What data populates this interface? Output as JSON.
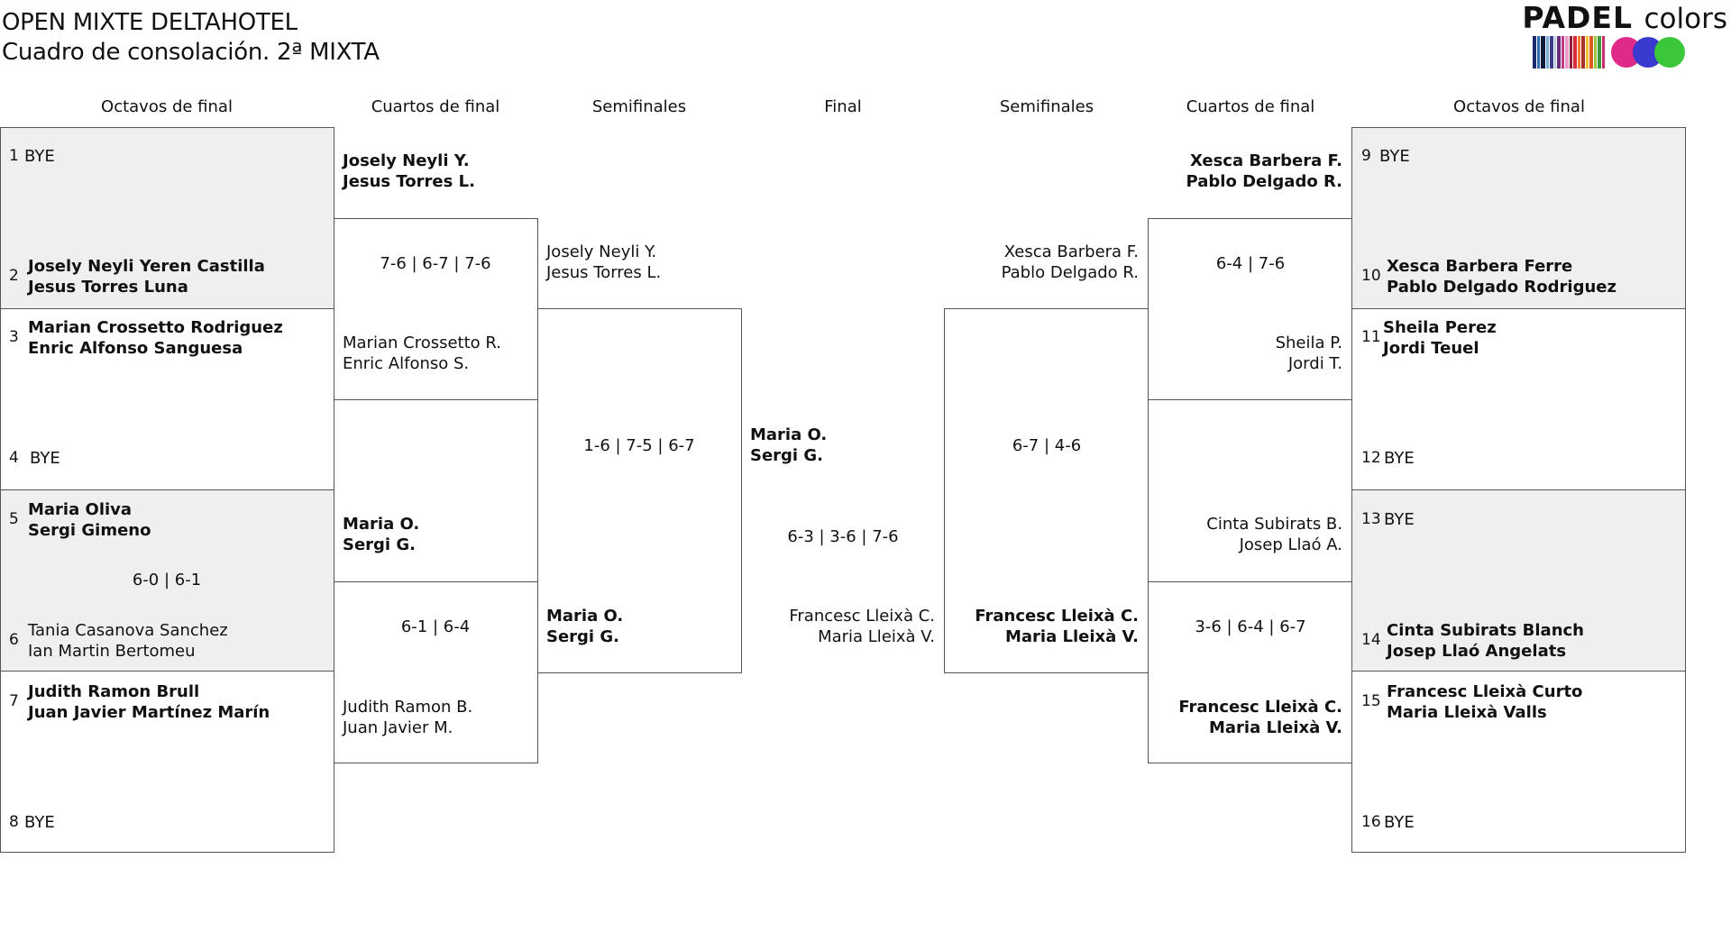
{
  "title": "OPEN MIXTE DELTAHOTEL",
  "subtitle": "Cuadro de consolación. 2ª MIXTA",
  "logo": {
    "word1": "PADEL",
    "word2": "colors"
  },
  "headers": {
    "l_r16": "Octavos de final",
    "l_qf": "Cuartos de final",
    "l_sf": "Semifinales",
    "final": "Final",
    "r_sf": "Semifinales",
    "r_qf": "Cuartos de final",
    "r_r16": "Octavos de final"
  },
  "r16": {
    "s1": {
      "seed": "1",
      "name": "BYE"
    },
    "s2": {
      "seed": "2",
      "p1": "Josely Neyli Yeren Castilla",
      "p2": "Jesus Torres Luna"
    },
    "s3": {
      "seed": "3",
      "p1": "Marian Crossetto Rodriguez",
      "p2": "Enric Alfonso Sanguesa"
    },
    "s4": {
      "seed": "4",
      "name": "BYE"
    },
    "s5": {
      "seed": "5",
      "p1": "Maria Oliva",
      "p2": "Sergi Gimeno"
    },
    "m3score": "6-0 | 6-1",
    "s6": {
      "seed": "6",
      "p1": "Tania Casanova Sanchez",
      "p2": "Ian Martin Bertomeu"
    },
    "s7": {
      "seed": "7",
      "p1": "Judith Ramon Brull",
      "p2": "Juan Javier Martínez Marín"
    },
    "s8": {
      "seed": "8",
      "name": "BYE"
    },
    "s9": {
      "seed": "9",
      "name": "BYE"
    },
    "s10": {
      "seed": "10",
      "p1": "Xesca Barbera Ferre",
      "p2": "Pablo Delgado Rodriguez"
    },
    "s11": {
      "seed": "11",
      "p1": "Sheila Perez",
      "p2": "Jordi Teuel"
    },
    "s12": {
      "seed": "12",
      "name": "BYE"
    },
    "s13": {
      "seed": "13",
      "name": "BYE"
    },
    "s14": {
      "seed": "14",
      "p1": "Cinta Subirats Blanch",
      "p2": "Josep Llaó Angelats"
    },
    "s15": {
      "seed": "15",
      "p1": "Francesc Lleixà Curto",
      "p2": "Maria Lleixà Valls"
    },
    "s16": {
      "seed": "16",
      "name": "BYE"
    }
  },
  "qf": {
    "l1": {
      "p1": "Josely Neyli Y.",
      "p2": "Jesus Torres L.",
      "score": "7-6 | 6-7 | 7-6"
    },
    "l2": {
      "p1": "Marian Crossetto R.",
      "p2": "Enric Alfonso S."
    },
    "l3": {
      "p1": "Maria O.",
      "p2": "Sergi G.",
      "score": "6-1 | 6-4"
    },
    "l4": {
      "p1": "Judith Ramon B.",
      "p2": "Juan Javier M."
    },
    "r1": {
      "p1": "Xesca Barbera F.",
      "p2": "Pablo Delgado R.",
      "score": "6-4 | 7-6"
    },
    "r2": {
      "p1": "Sheila P.",
      "p2": "Jordi T."
    },
    "r3": {
      "p1": "Cinta Subirats B.",
      "p2": "Josep Llaó A.",
      "score": "3-6 | 6-4 | 6-7"
    },
    "r4": {
      "p1": "Francesc Lleixà C.",
      "p2": "Maria Lleixà V."
    }
  },
  "sf": {
    "l1": {
      "p1": "Josely Neyli Y.",
      "p2": "Jesus Torres L.",
      "score": "1-6 | 7-5 | 6-7"
    },
    "l2": {
      "p1": "Maria O.",
      "p2": "Sergi G."
    },
    "r1": {
      "p1": "Xesca Barbera F.",
      "p2": "Pablo Delgado R.",
      "score": "6-7 | 4-6"
    },
    "r2": {
      "p1": "Francesc Lleixà C.",
      "p2": "Maria Lleixà V."
    }
  },
  "final": {
    "w": {
      "p1": "Maria O.",
      "p2": "Sergi G."
    },
    "score": "6-3 | 3-6 | 7-6",
    "l": {
      "p1": "Francesc Lleixà C.",
      "p2": "Maria Lleixà V."
    }
  }
}
